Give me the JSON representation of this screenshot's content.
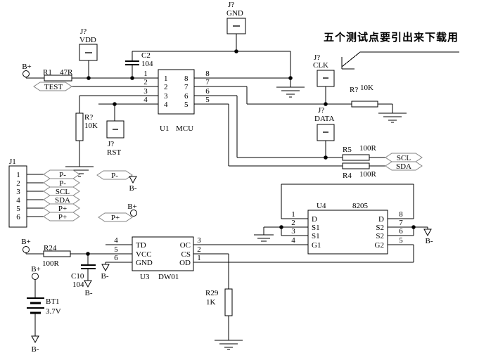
{
  "note": {
    "text": "五个测试点要引出来下载用"
  },
  "colors": {
    "wire": "#000000",
    "port_outline": "#848484",
    "background": "#ffffff"
  },
  "power": {
    "bplus": "B+",
    "bminus": "B-"
  },
  "test_points": {
    "vdd": {
      "ref": "J?",
      "name": "VDD"
    },
    "gnd": {
      "ref": "J?",
      "name": "GND"
    },
    "clk": {
      "ref": "J?",
      "name": "CLK"
    },
    "data": {
      "ref": "J?",
      "name": "DATA"
    },
    "rst": {
      "ref": "J?",
      "name": "RST"
    }
  },
  "resistors": {
    "r1": {
      "ref": "R1",
      "value": "47R"
    },
    "r_test_pulldown": {
      "ref": "R?",
      "value": "10K"
    },
    "r_clk_pulldown": {
      "ref": "R?",
      "value": "10K"
    },
    "r5": {
      "ref": "R5",
      "value": "100R"
    },
    "r4": {
      "ref": "R4",
      "value": "100R"
    },
    "r24": {
      "ref": "R24",
      "value": "100R"
    },
    "r29": {
      "ref": "R29",
      "value": "1K"
    }
  },
  "capacitors": {
    "c2": {
      "ref": "C2",
      "value": "104"
    },
    "c10": {
      "ref": "C10",
      "value": "104"
    }
  },
  "battery": {
    "ref": "BT1",
    "value": "3.7V"
  },
  "ics": {
    "u1": {
      "ref": "U1",
      "part": "MCU",
      "left_pins": [
        "1",
        "2",
        "3",
        "4"
      ],
      "right_pins": [
        "8",
        "7",
        "6",
        "5"
      ]
    },
    "u3": {
      "ref": "U3",
      "part": "DW01",
      "left_pins": [
        "4",
        "5",
        "6"
      ],
      "left_names": [
        "TD",
        "VCC",
        "GND"
      ],
      "right_pins": [
        "3",
        "2",
        "1"
      ],
      "right_names": [
        "OC",
        "CS",
        "OD"
      ]
    },
    "u4": {
      "ref": "U4",
      "part": "8205",
      "left_pins": [
        "1",
        "2",
        "3",
        "4"
      ],
      "left_names": [
        "D",
        "S1",
        "S1",
        "G1"
      ],
      "right_pins": [
        "8",
        "7",
        "6",
        "5"
      ],
      "right_names": [
        "D",
        "S2",
        "S2",
        "G2"
      ]
    }
  },
  "connector_j1": {
    "ref": "J1",
    "pins": [
      "1",
      "2",
      "3",
      "4",
      "5",
      "6"
    ],
    "nets": [
      "P-",
      "P-",
      "SCL",
      "SDA",
      "P+",
      "P+"
    ]
  },
  "ports": {
    "test": "TEST",
    "p_minus": "P-",
    "p_plus": "P+",
    "scl": "SCL",
    "sda": "SDA"
  }
}
